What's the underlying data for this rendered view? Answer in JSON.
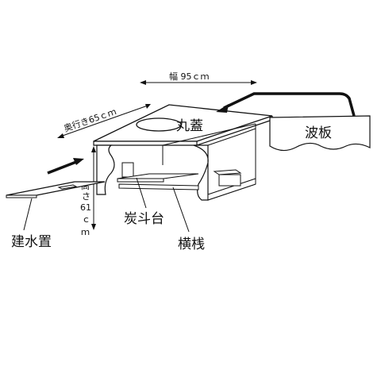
{
  "labels": {
    "width": "幅 95ｃｍ",
    "depth": "奥行き65ｃｍ",
    "height": [
      "高",
      "さ",
      "61",
      "ｃ",
      "ｍ"
    ],
    "marubuta": "丸蓋",
    "namiita": "波板",
    "tansudai": "炭斗台",
    "yokosan": "横桟",
    "kensuioki": "建水置"
  }
}
